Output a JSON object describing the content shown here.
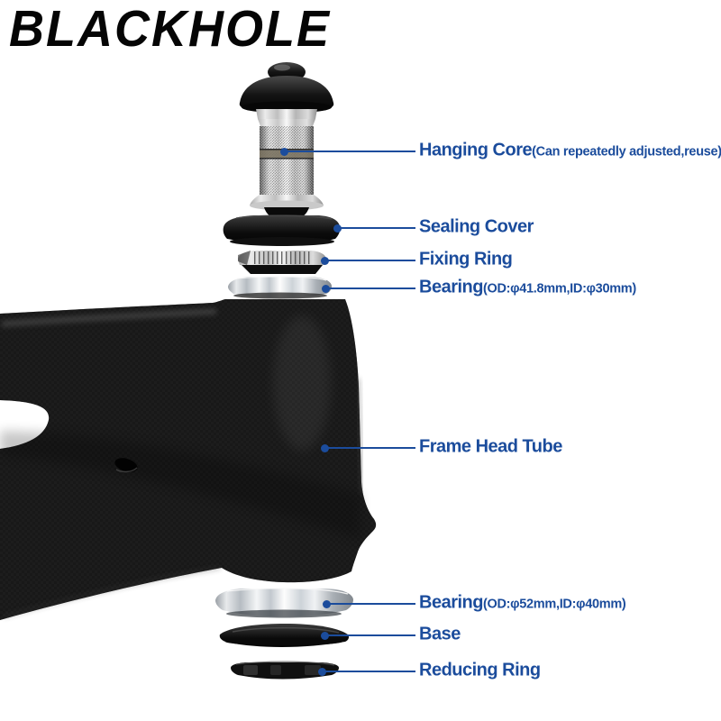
{
  "brand": "BLACKHOLE",
  "colors": {
    "accent": "#1b4c9c",
    "frame_black": "#171717",
    "background": "#ffffff"
  },
  "callouts": [
    {
      "id": "hanging-core",
      "label": "Hanging Core",
      "note": "(Can repeatedly adjusted,reuse)"
    },
    {
      "id": "sealing-cover",
      "label": "Sealing Cover",
      "note": ""
    },
    {
      "id": "fixing-ring",
      "label": "Fixing Ring",
      "note": ""
    },
    {
      "id": "bearing-top",
      "label": "Bearing",
      "note": "(OD:φ41.8mm,ID:φ30mm)"
    },
    {
      "id": "frame-head-tube",
      "label": "Frame Head Tube",
      "note": ""
    },
    {
      "id": "bearing-bottom",
      "label": "Bearing",
      "note": "(OD:φ52mm,ID:φ40mm)"
    },
    {
      "id": "base",
      "label": "Base",
      "note": ""
    },
    {
      "id": "reducing-ring",
      "label": "Reducing Ring",
      "note": ""
    }
  ]
}
